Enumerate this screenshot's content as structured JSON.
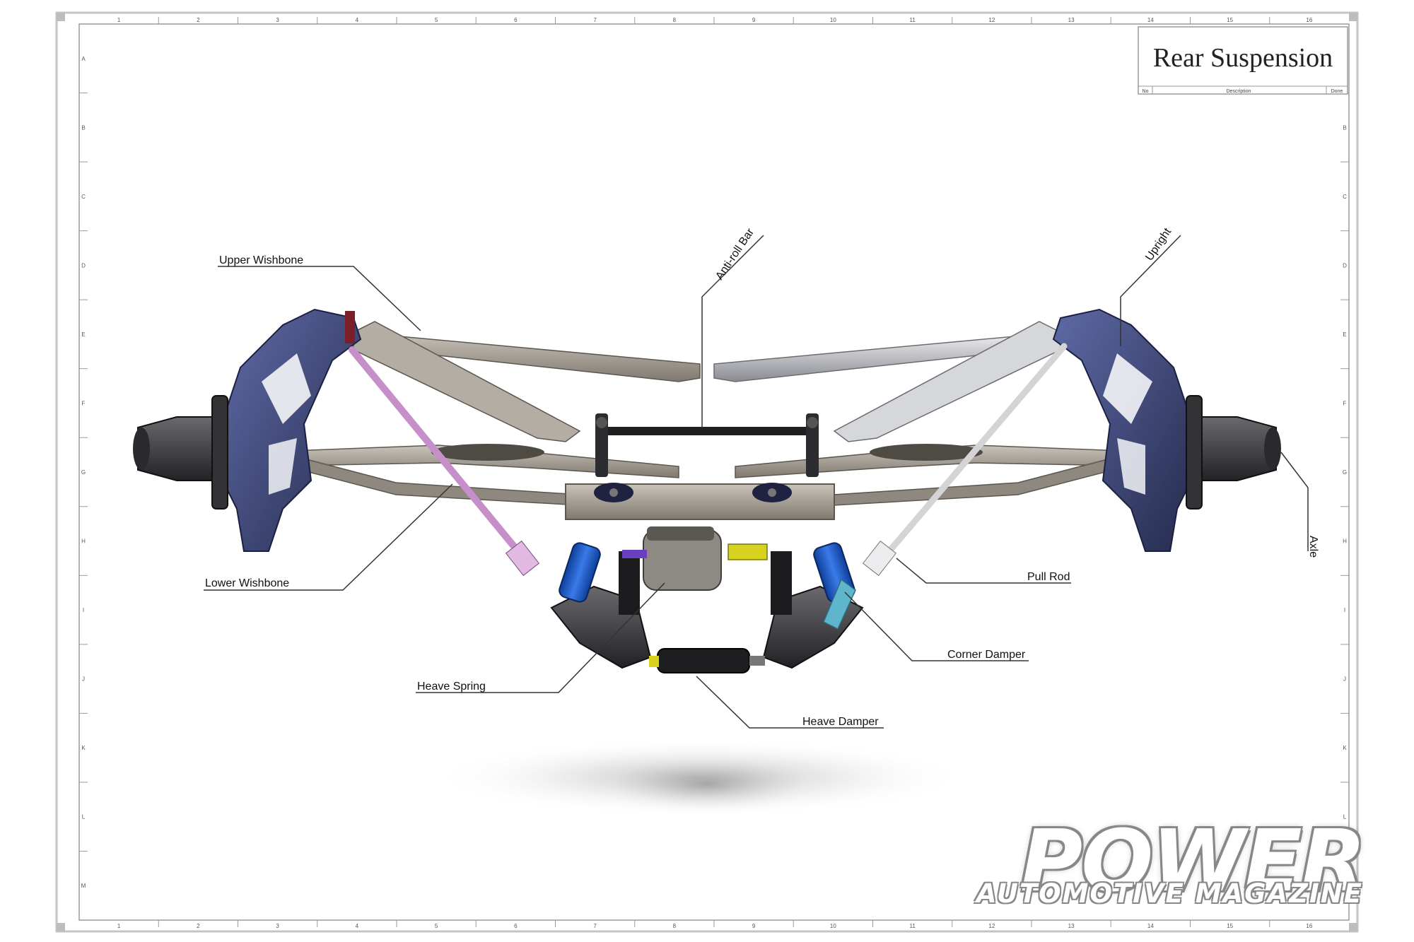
{
  "title_block": {
    "title": "Rear Suspension",
    "col_no": "No",
    "col_description": "Description",
    "col_done": "Done"
  },
  "grid": {
    "columns": [
      "1",
      "2",
      "3",
      "4",
      "5",
      "6",
      "7",
      "8",
      "9",
      "10",
      "11",
      "12",
      "13",
      "14",
      "15",
      "16"
    ],
    "rows": [
      "A",
      "B",
      "C",
      "D",
      "E",
      "F",
      "G",
      "H",
      "I",
      "J",
      "K",
      "L",
      "M"
    ]
  },
  "labels": {
    "upper_wishbone": "Upper Wishbone",
    "anti_roll_bar": "Anti-roll Bar",
    "upright": "Upright",
    "axle": "Axle",
    "lower_wishbone": "Lower Wishbone",
    "pull_rod": "Pull Rod",
    "corner_damper": "Corner Damper",
    "heave_spring": "Heave Spring",
    "heave_damper": "Heave Damper"
  },
  "watermark": {
    "title": "POWER",
    "subtitle": "AUTOMOTIVE MAGAZINE"
  },
  "colors": {
    "frame": "#b8b8b8",
    "upright_blue": "#4a5488",
    "wishbone_tan": "#a39c92",
    "pull_rod_left": "#c78fc9",
    "pull_rod_right": "#d8d8d8",
    "damper_blue": "#1f5fc9"
  }
}
